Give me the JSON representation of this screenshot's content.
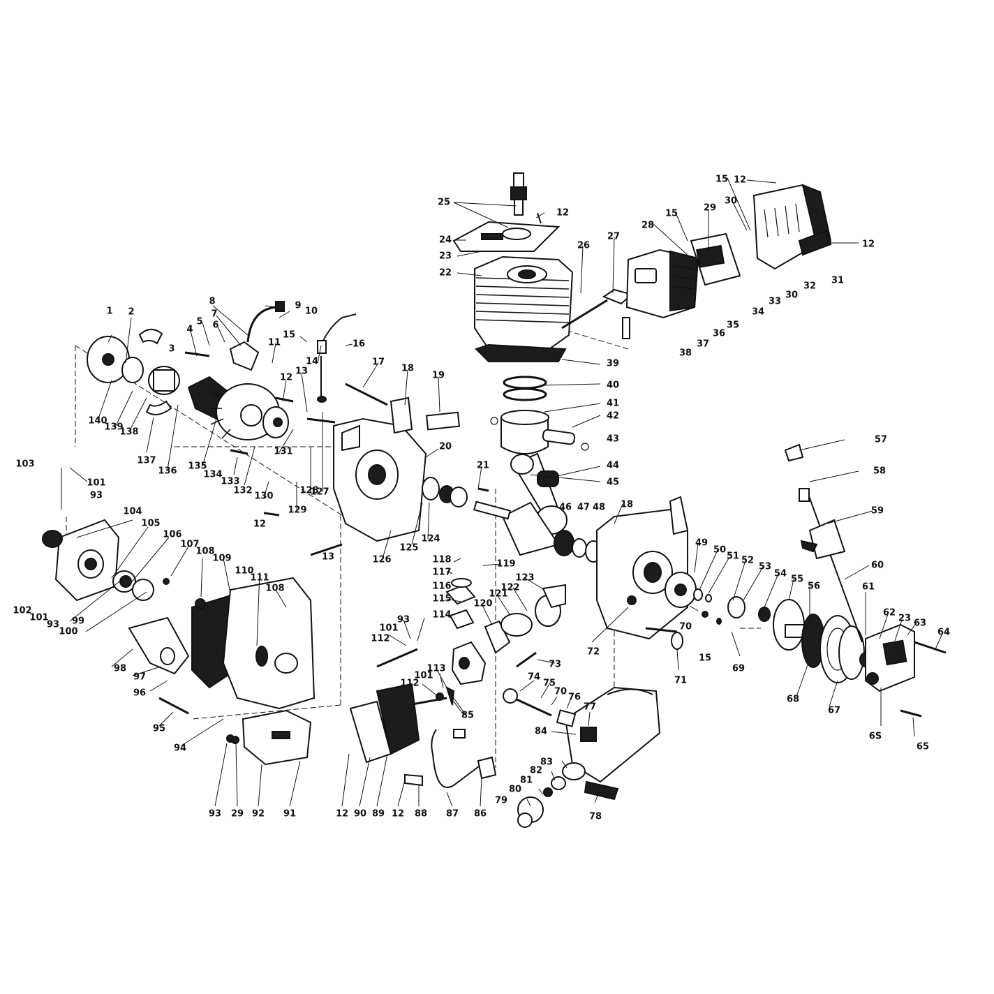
{
  "diagram": {
    "callouts": [
      "1",
      "2",
      "3",
      "4",
      "5",
      "6",
      "7",
      "8",
      "9",
      "10",
      "11",
      "12",
      "13",
      "14",
      "15",
      "16",
      "17",
      "18",
      "19",
      "20",
      "21",
      "22",
      "23",
      "24",
      "25",
      "26",
      "27",
      "28",
      "29",
      "30",
      "31",
      "32",
      "33",
      "34",
      "35",
      "36",
      "37",
      "38",
      "39",
      "40",
      "41",
      "42",
      "43",
      "44",
      "45",
      "46",
      "47",
      "48",
      "49",
      "50",
      "51",
      "52",
      "53",
      "54",
      "55",
      "56",
      "57",
      "58",
      "59",
      "60",
      "61",
      "62",
      "63",
      "64",
      "65",
      "67",
      "68",
      "69",
      "70",
      "71",
      "72",
      "73",
      "74",
      "75",
      "76",
      "77",
      "78",
      "79",
      "80",
      "81",
      "82",
      "83",
      "84",
      "85",
      "86",
      "87",
      "88",
      "89",
      "90",
      "91",
      "92",
      "93",
      "94",
      "95",
      "96",
      "97",
      "98",
      "99",
      "100",
      "101",
      "102",
      "103",
      "104",
      "105",
      "106",
      "107",
      "108",
      "109",
      "110",
      "111",
      "112",
      "113",
      "114",
      "115",
      "116",
      "117",
      "118",
      "119",
      "120",
      "121",
      "122",
      "123",
      "124",
      "125",
      "126",
      "127",
      "128",
      "129",
      "130",
      "131",
      "132",
      "133",
      "134",
      "135",
      "136",
      "137",
      "138",
      "139",
      "140",
      "6S"
    ]
  }
}
